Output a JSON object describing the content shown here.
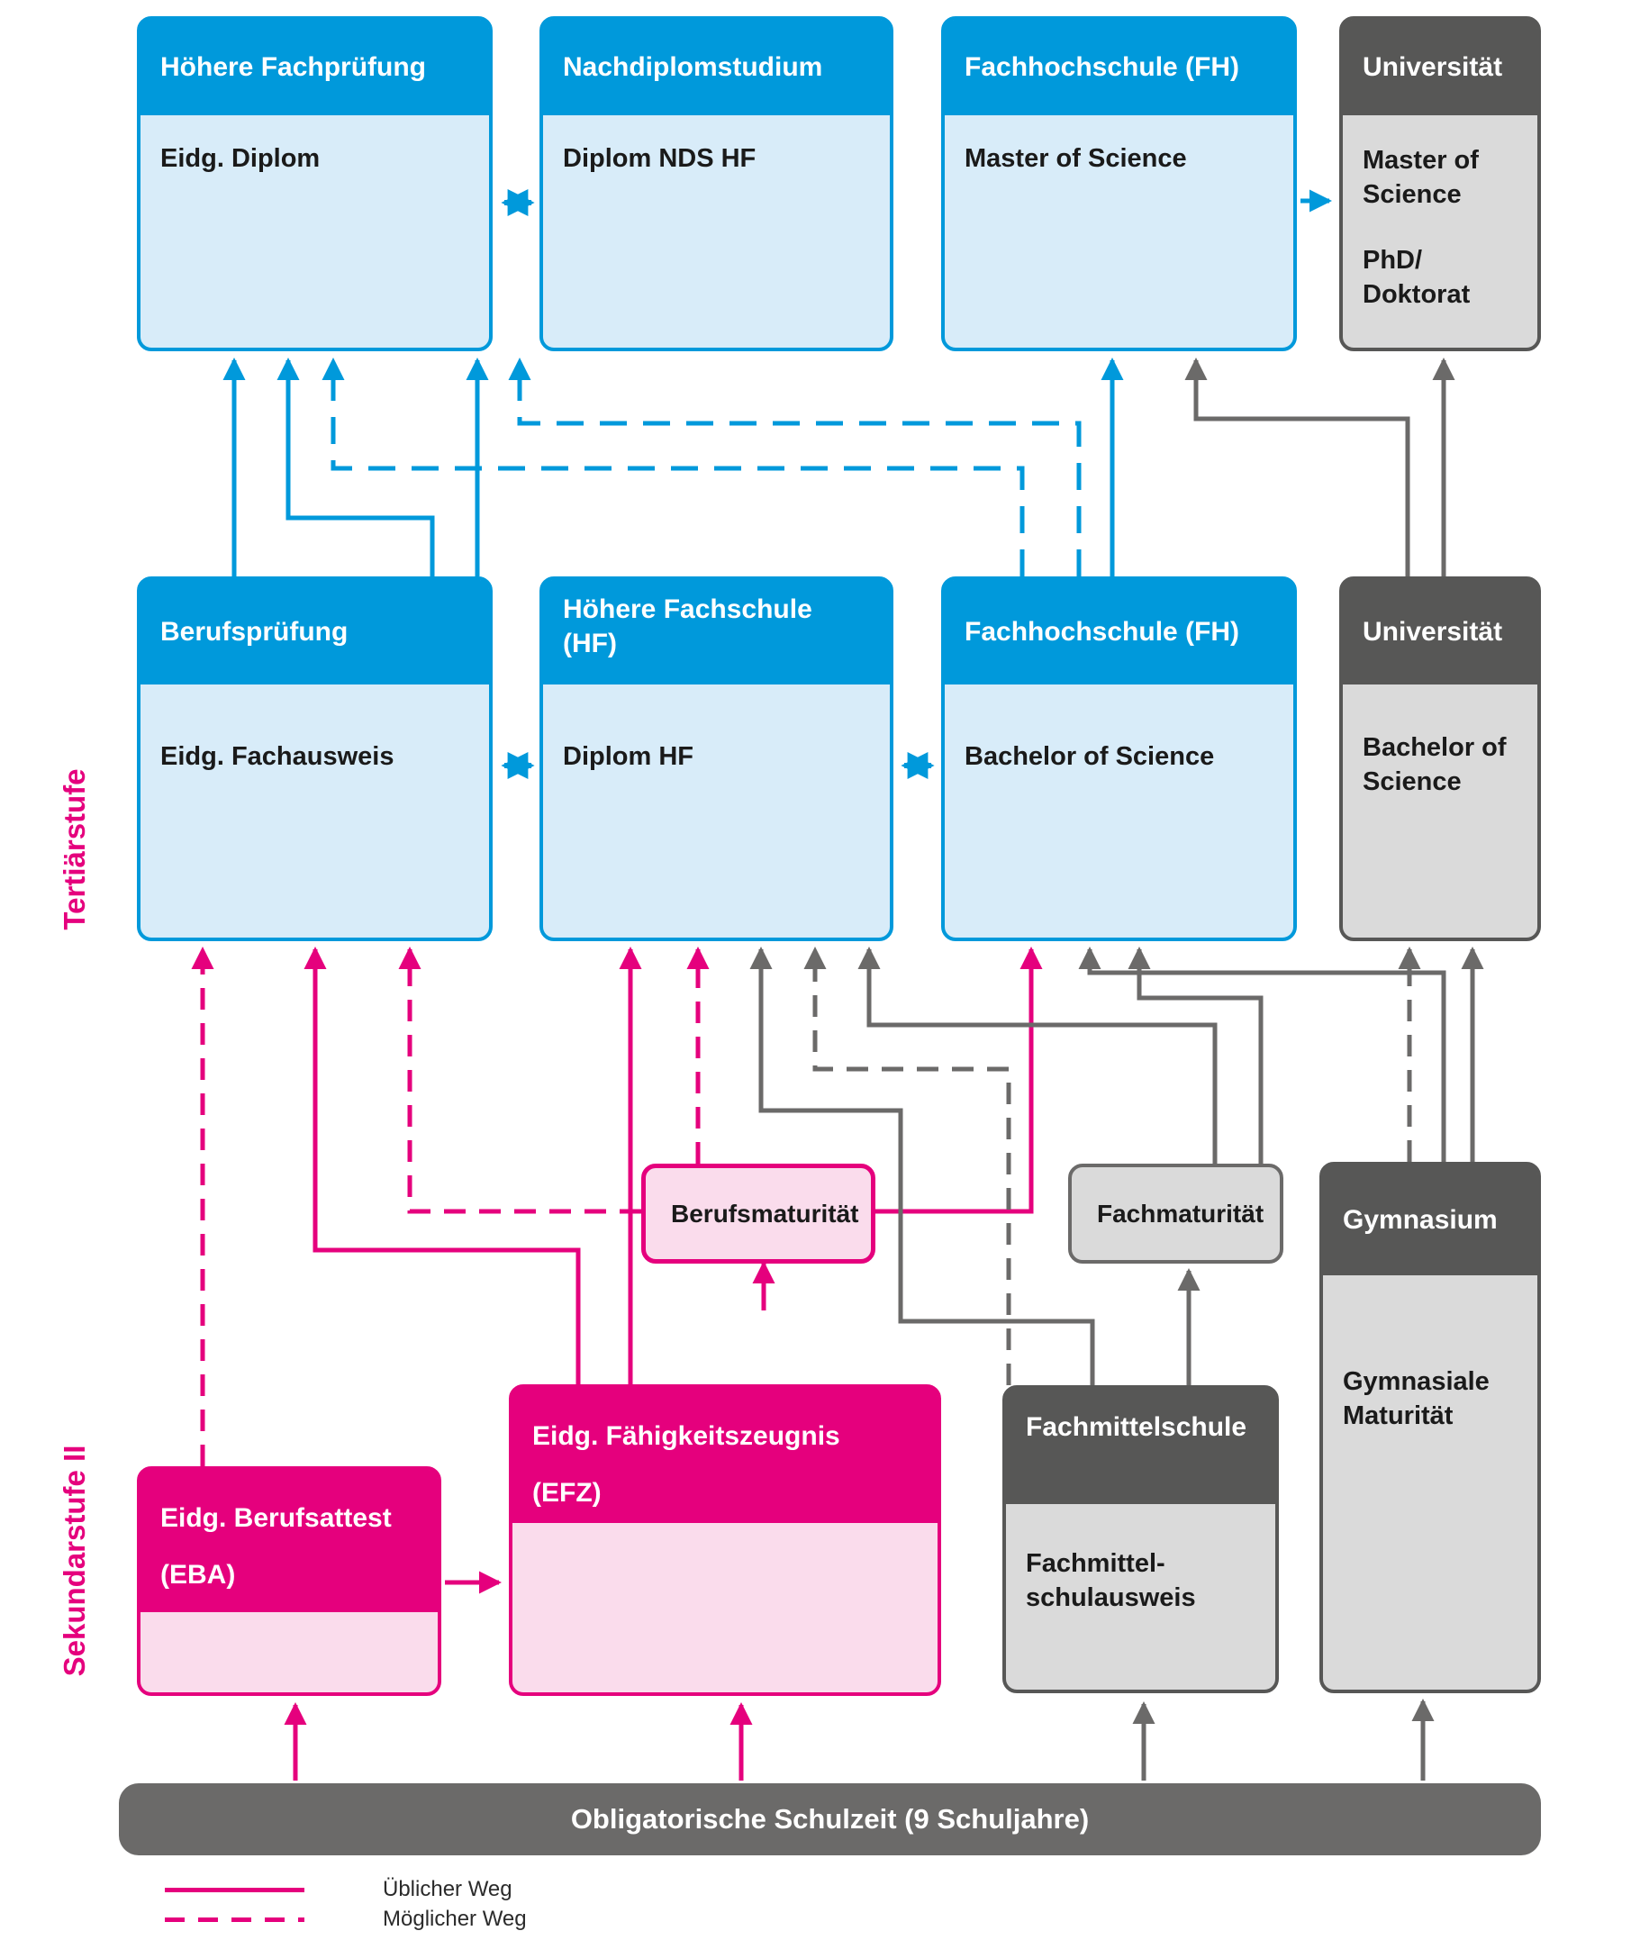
{
  "side_labels": {
    "tertiary": "Tertiärstufe",
    "secondary": "Sekundarstufe II"
  },
  "colors": {
    "blue": "#0099DB",
    "light_blue": "#D8ECF9",
    "pink": "#E5007D",
    "light_pink": "#FADCEC",
    "dark_gray": "#575756",
    "light_gray": "#DADADA",
    "arrow_gray": "#6B6A69"
  },
  "boxes": {
    "hoehere_fachpruefung": {
      "title": "Höhere Fachprüfung",
      "body": "Eidg. Diplom"
    },
    "nachdiplomstudium": {
      "title": "Nachdiplomstudium",
      "body": "Diplom NDS HF"
    },
    "fachhochschule_top": {
      "title": "Fachhochschule (FH)",
      "body": "Master of Science"
    },
    "universitaet_top": {
      "title": "Universität",
      "body_line1": "Master of",
      "body_line2": "Science",
      "body_line3": "PhD/",
      "body_line4": "Doktorat"
    },
    "berufspruefung": {
      "title": "Berufsprüfung",
      "body": "Eidg. Fachausweis"
    },
    "hoehere_fachschule": {
      "title_line1": "Höhere Fachschule",
      "title_line2": "(HF)",
      "body": "Diplom HF"
    },
    "fachhochschule_mid": {
      "title": "Fachhochschule (FH)",
      "body": "Bachelor of Science"
    },
    "universitaet_mid": {
      "title": "Universität",
      "body_line1": "Bachelor of",
      "body_line2": "Science"
    },
    "berufsmaturitaet": {
      "label": "Berufsmaturität"
    },
    "fachmaturitaet": {
      "label": "Fachmaturität"
    },
    "gymnasium": {
      "title": "Gymnasium",
      "body_line1": "Gymnasiale",
      "body_line2": "Maturität"
    },
    "eba": {
      "title_line1": "Eidg. Berufsattest",
      "title_line2": "(EBA)"
    },
    "efz": {
      "title_line1": "Eidg. Fähigkeitszeugnis",
      "title_line2": "(EFZ)"
    },
    "fachmittelschule": {
      "title": "Fachmittelschule",
      "body_line1": "Fachmittel-",
      "body_line2": "schulausweis"
    }
  },
  "bar": {
    "label": "Obligatorische Schulzeit (9 Schuljahre)"
  },
  "legend": {
    "usual": "Üblicher Weg",
    "possible": "Möglicher Weg"
  }
}
